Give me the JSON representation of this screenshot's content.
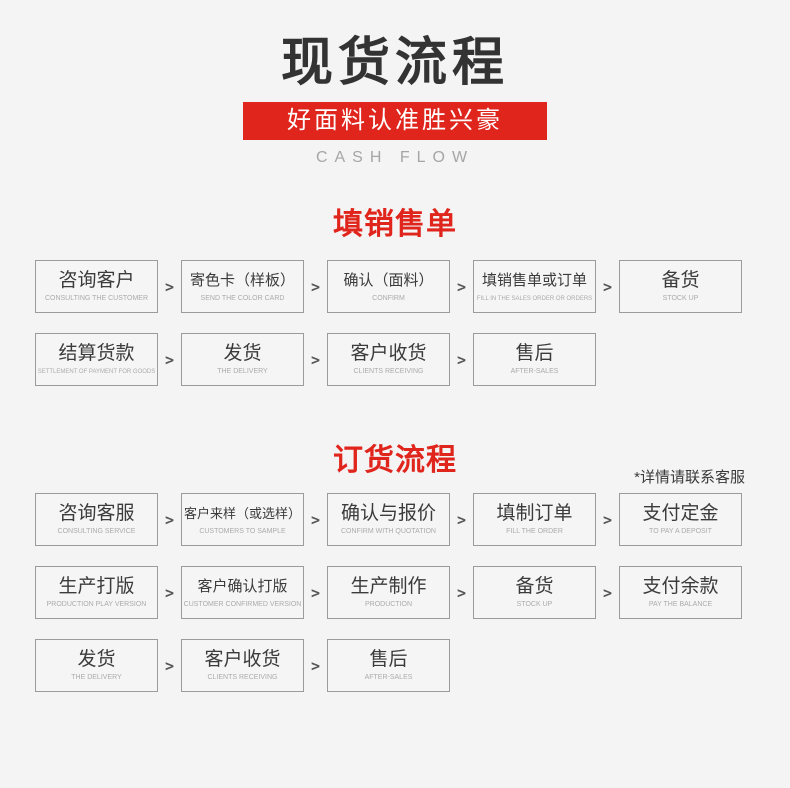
{
  "header": {
    "title": "现货流程",
    "banner": "好面料认准胜兴豪",
    "subtitle": "CASH FLOW"
  },
  "arrow": ">",
  "colors": {
    "accent_red": "#e0251c",
    "box_border_gray": "#9b9b9b",
    "background": "#f4f4f4"
  },
  "section1": {
    "heading": "填销售单",
    "rows": [
      [
        {
          "title": "咨询客户",
          "caption": "CONSULTING THE CUSTOMER"
        },
        {
          "title": "寄色卡（样板）",
          "caption": "SEND THE COLOR CARD"
        },
        {
          "title": "确认（面料）",
          "caption": "CONFIRM"
        },
        {
          "title": "填销售单或订单",
          "caption": "FILL IN THE SALES ORDER OR ORDERS"
        },
        {
          "title": "备货",
          "caption": "STOCK UP"
        }
      ],
      [
        {
          "title": "结算货款",
          "caption": "SETTLEMENT OF PAYMENT FOR GOODS"
        },
        {
          "title": "发货",
          "caption": "THE DELIVERY"
        },
        {
          "title": "客户收货",
          "caption": "CLIENTS RECEIVING"
        },
        {
          "title": "售后",
          "caption": "AFTER-SALES"
        }
      ]
    ]
  },
  "section2": {
    "heading": "订货流程",
    "note": "*详情请联系客服",
    "rows": [
      [
        {
          "title": "咨询客服",
          "caption": "CONSULTING SERVICE"
        },
        {
          "title": "客户来样（或选样）",
          "caption": "CUSTOMERS TO SAMPLE"
        },
        {
          "title": "确认与报价",
          "caption": "CONFIRM WITH QUOTATION"
        },
        {
          "title": "填制订单",
          "caption": "FILL THE ORDER"
        },
        {
          "title": "支付定金",
          "caption": "TO PAY A DEPOSIT"
        }
      ],
      [
        {
          "title": "生产打版",
          "caption": "PRODUCTION PLAY VERSION"
        },
        {
          "title": "客户确认打版",
          "caption": "CUSTOMER CONFIRMED VERSION"
        },
        {
          "title": "生产制作",
          "caption": "PRODUCTION"
        },
        {
          "title": "备货",
          "caption": "STOCK UP"
        },
        {
          "title": "支付余款",
          "caption": "PAY THE BALANCE"
        }
      ],
      [
        {
          "title": "发货",
          "caption": "THE DELIVERY"
        },
        {
          "title": "客户收货",
          "caption": "CLIENTS RECEIVING"
        },
        {
          "title": "售后",
          "caption": "AFTER-SALES"
        }
      ]
    ]
  }
}
